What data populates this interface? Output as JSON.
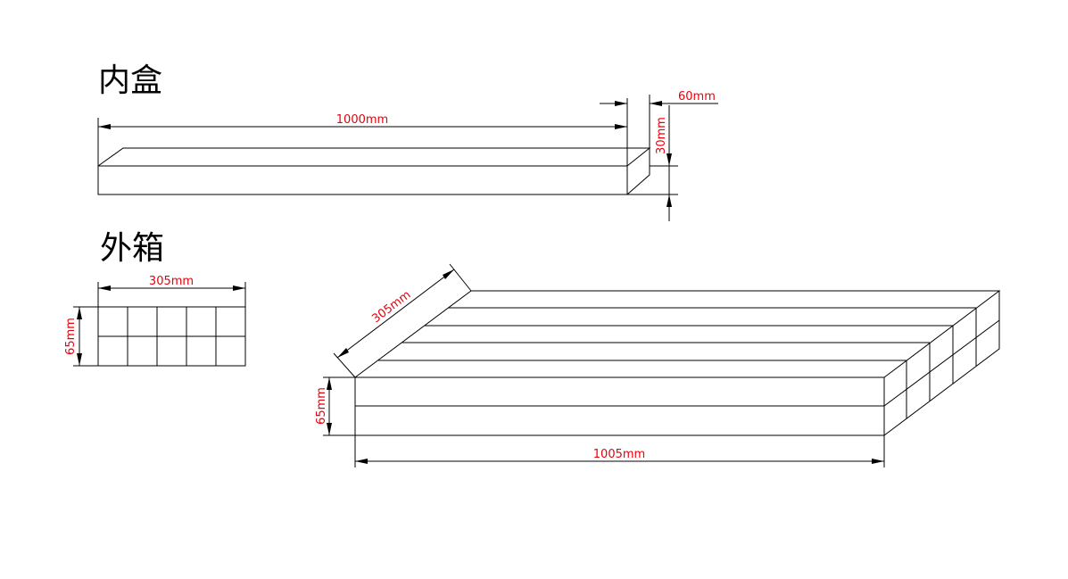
{
  "colors": {
    "line": "#000000",
    "dimension_text": "#e8000b"
  },
  "inner_box": {
    "title": "内盒",
    "length_label": "1000mm",
    "width_label": "60mm",
    "height_label": "30mm"
  },
  "outer_box": {
    "title": "外箱",
    "front_width_label": "305mm",
    "front_height_label": "65mm",
    "iso_depth_label": "305mm",
    "iso_height_label": "65mm",
    "iso_length_label": "1005mm",
    "grid_rows": 2,
    "grid_cols": 5
  }
}
